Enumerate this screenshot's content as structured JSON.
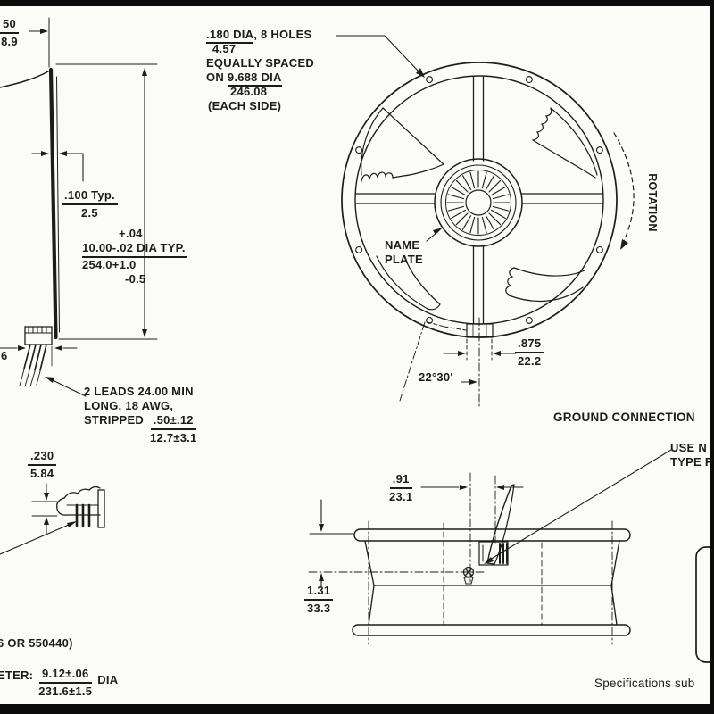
{
  "side_view": {
    "flange_frag": {
      "num": "50",
      "den": "8.9"
    },
    "thickness": {
      "num": ".100 Typ.",
      "den": "2.5"
    },
    "dia_callout": {
      "tol_plus": "+.04",
      "main": "10.00-.02 DIA TYP.",
      "mm": "254.0+1.0",
      "mm_minus": "-0.5"
    },
    "leads": {
      "l1": "2 LEADS 24.00 MIN",
      "l2": "LONG, 18 AWG,",
      "l3_pre": "STRIPPED",
      "frac_num": ".50±.12",
      "frac_den": "12.7±3.1"
    },
    "lead_gap_frag": "6",
    "terminal_detail": {
      "num": ".230",
      "den": "5.84"
    }
  },
  "front_view": {
    "holes_callout": {
      "l1_frac": ".180 DIA",
      "l1_rest": ", 8 HOLES",
      "l2": "4.57",
      "l3": "EQUALLY SPACED",
      "l4_pre": "ON ",
      "l4_frac": "9.688 DIA",
      "l5": "246.08",
      "l6": "(EACH SIDE)"
    },
    "name_plate": {
      "l1": "NAME",
      "l2": "PLATE"
    },
    "rotation": "ROTATION",
    "rim_offset": {
      "num": ".875",
      "den": "22.2"
    },
    "angle": "22°30'"
  },
  "ground_view": {
    "heading": "GROUND CONNECTION",
    "note": {
      "l1": "USE N",
      "l2": "TYPE F"
    },
    "screw_pos": {
      "num": ".91",
      "den": "23.1"
    },
    "depth": {
      "num": "1.31",
      "den": "33.3"
    }
  },
  "footer": {
    "part_frag": "6 OR 550440)",
    "diameter_frag": {
      "pre": "ETER:",
      "num": "9.12±.06",
      "den": "231.6±1.5",
      "post": "DIA"
    },
    "spec_frag": "Specifications sub"
  },
  "colors": {
    "ink": "#1c1c1c",
    "paper": "#fbfbf8",
    "frame": "#0b0b0b"
  }
}
